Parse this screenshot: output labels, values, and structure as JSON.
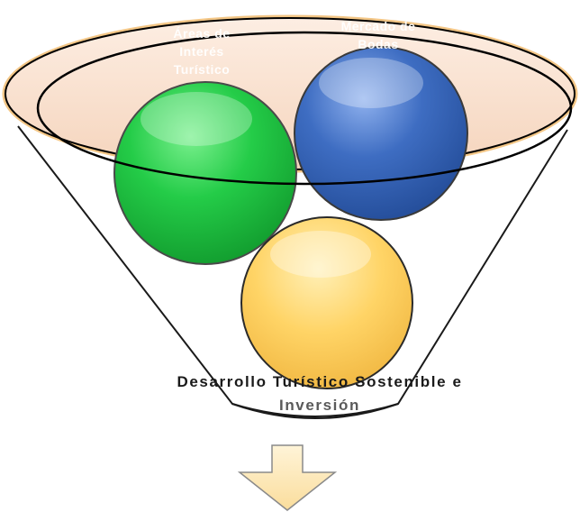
{
  "funnel": {
    "inputs": [
      {
        "label_lines": [
          "Áreas de",
          "Interés",
          "Turístico"
        ],
        "color": "#22cc44"
      },
      {
        "label_lines": [
          "Mercado de",
          "Bodas"
        ],
        "color": "#3d6cc0"
      },
      {
        "label_lines": [],
        "color": "#ffd060"
      }
    ],
    "output_lines": [
      "Desarrollo Turístico Sostenible e",
      "Inversión"
    ],
    "rim_fill": "#f9e1cf",
    "rim_outline": "#f3c686",
    "arrow_fill": "#fce9b8",
    "arrow_outline": "#8a8a8a"
  }
}
